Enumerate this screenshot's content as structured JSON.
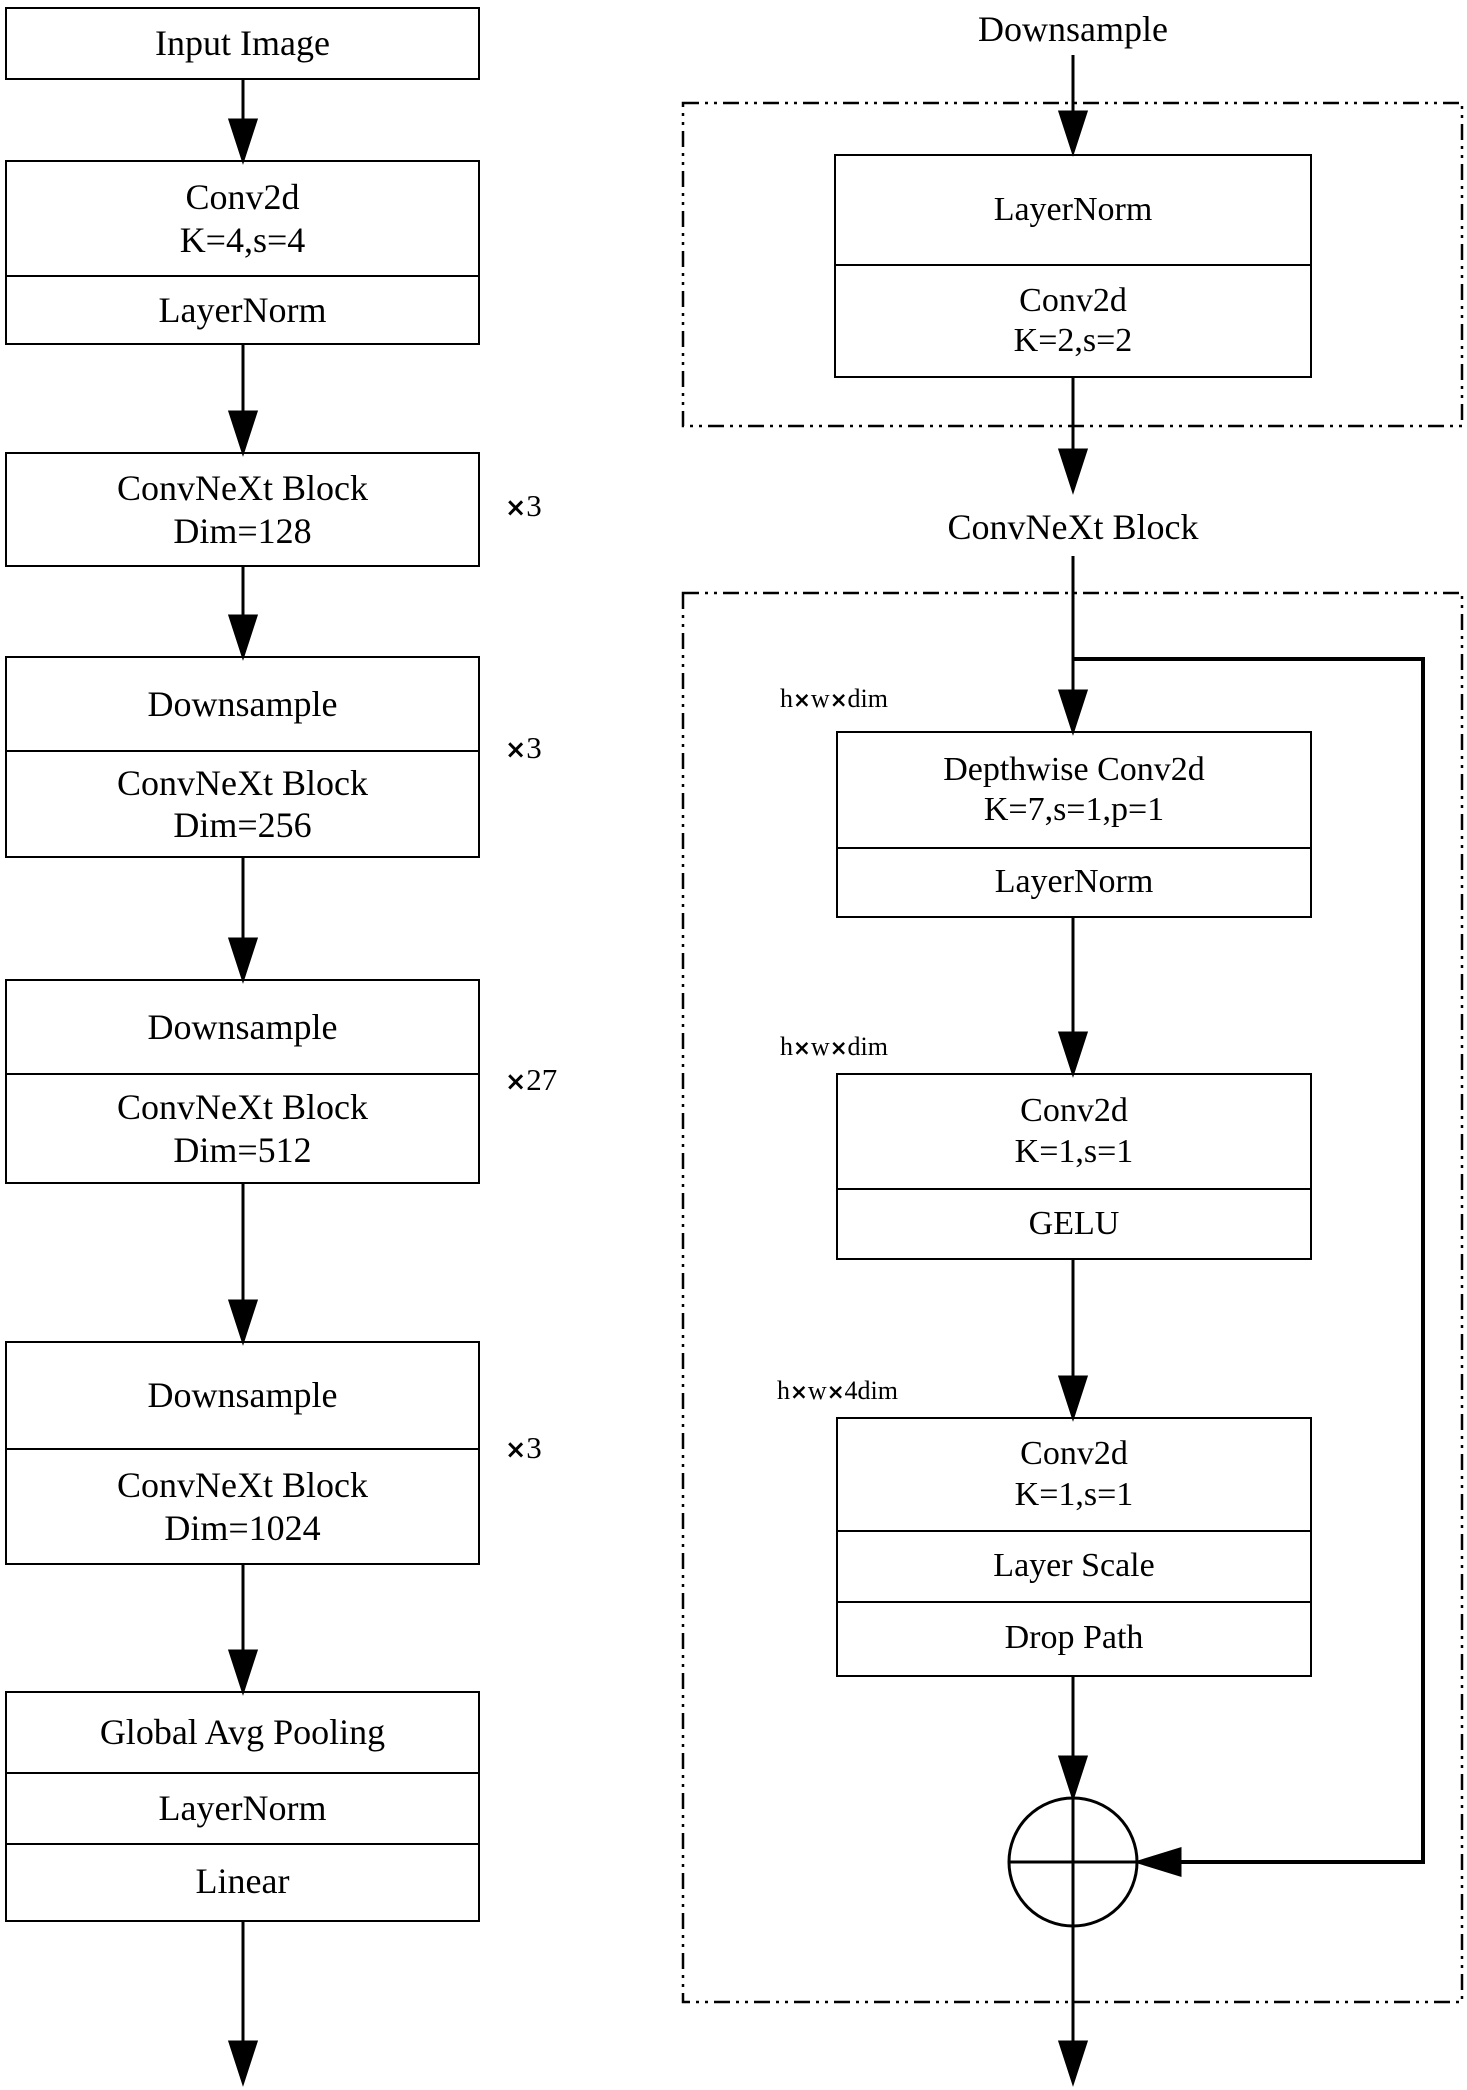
{
  "left_column": {
    "input_box": {
      "label": "Input Image"
    },
    "stem_box": {
      "conv_line1": "Conv2d",
      "conv_line2": "K=4,s=4",
      "norm": "LayerNorm"
    },
    "stage1": {
      "block_line1": "ConvNeXt Block",
      "block_line2": "Dim=128",
      "mult_sign": "×",
      "mult_value": "3"
    },
    "stage2": {
      "downsample": "Downsample",
      "block_line1": "ConvNeXt Block",
      "block_line2": "Dim=256",
      "mult_sign": "×",
      "mult_value": "3"
    },
    "stage3": {
      "downsample": "Downsample",
      "block_line1": "ConvNeXt Block",
      "block_line2": "Dim=512",
      "mult_sign": "×",
      "mult_value": "27"
    },
    "stage4": {
      "downsample": "Downsample",
      "block_line1": "ConvNeXt Block",
      "block_line2": "Dim=1024",
      "mult_sign": "×",
      "mult_value": "3"
    },
    "head_box": {
      "row1": "Global Avg Pooling",
      "row2": "LayerNorm",
      "row3": "Linear"
    }
  },
  "downsample_detail": {
    "title": "Downsample",
    "box": {
      "norm": "LayerNorm",
      "conv_line1": "Conv2d",
      "conv_line2": "K=2,s=2"
    }
  },
  "convnext_detail": {
    "title": "ConvNeXt Block",
    "shape_label_1": {
      "h": "h",
      "x1": "×",
      "w": "w",
      "x2": "×",
      "dim": "dim"
    },
    "shape_label_2": {
      "h": "h",
      "x1": "×",
      "w": "w",
      "x2": "×",
      "dim": "dim"
    },
    "shape_label_3": {
      "h": "h",
      "x1": "×",
      "w": "w",
      "x2": "×",
      "dim": "4dim"
    },
    "dwconv_box": {
      "line1": "Depthwise Conv2d",
      "line2": "K=7,s=1,p=1",
      "norm": "LayerNorm"
    },
    "pwconv1_box": {
      "line1": "Conv2d",
      "line2": "K=1,s=1",
      "act": "GELU"
    },
    "pwconv2_box": {
      "line1": "Conv2d",
      "line2": "K=1,s=1",
      "scale": "Layer Scale",
      "drop": "Drop Path"
    }
  },
  "colors": {
    "ink": "#000000",
    "background": "#ffffff"
  }
}
